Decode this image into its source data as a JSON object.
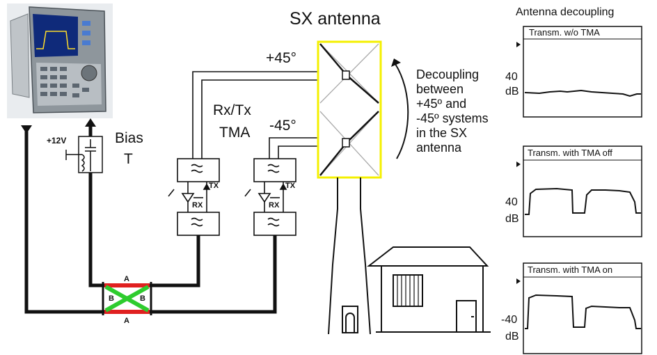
{
  "antenna": {
    "title": "SX antenna",
    "plus45": "+45°",
    "minus45": "-45°"
  },
  "decoupling_note": [
    "Decoupling",
    "between",
    "+45º and",
    "-45º systems",
    "in the SX",
    "antenna"
  ],
  "tma": {
    "line1": "Rx/Tx",
    "line2": "TMA",
    "tx_label": "TX",
    "rx_label": "RX"
  },
  "bias_tee": {
    "line1": "Bias",
    "line2": "T",
    "voltage": "+12V"
  },
  "crossover": {
    "a_label": "A",
    "b_label": "B"
  },
  "graphs": {
    "heading": "Antenna decoupling",
    "panels": [
      {
        "title": "Transm. w/o TMA",
        "level": "40",
        "unit": "dB"
      },
      {
        "title": "Transm. with TMA off",
        "level": "40",
        "unit": "dB"
      },
      {
        "title": "Transm. with TMA on",
        "level": "-40",
        "unit": "dB"
      }
    ]
  },
  "colors": {
    "antenna_box": "#f4f000",
    "cross_green": "#2ecc2e",
    "cross_red": "#e02020",
    "line": "#111111"
  }
}
